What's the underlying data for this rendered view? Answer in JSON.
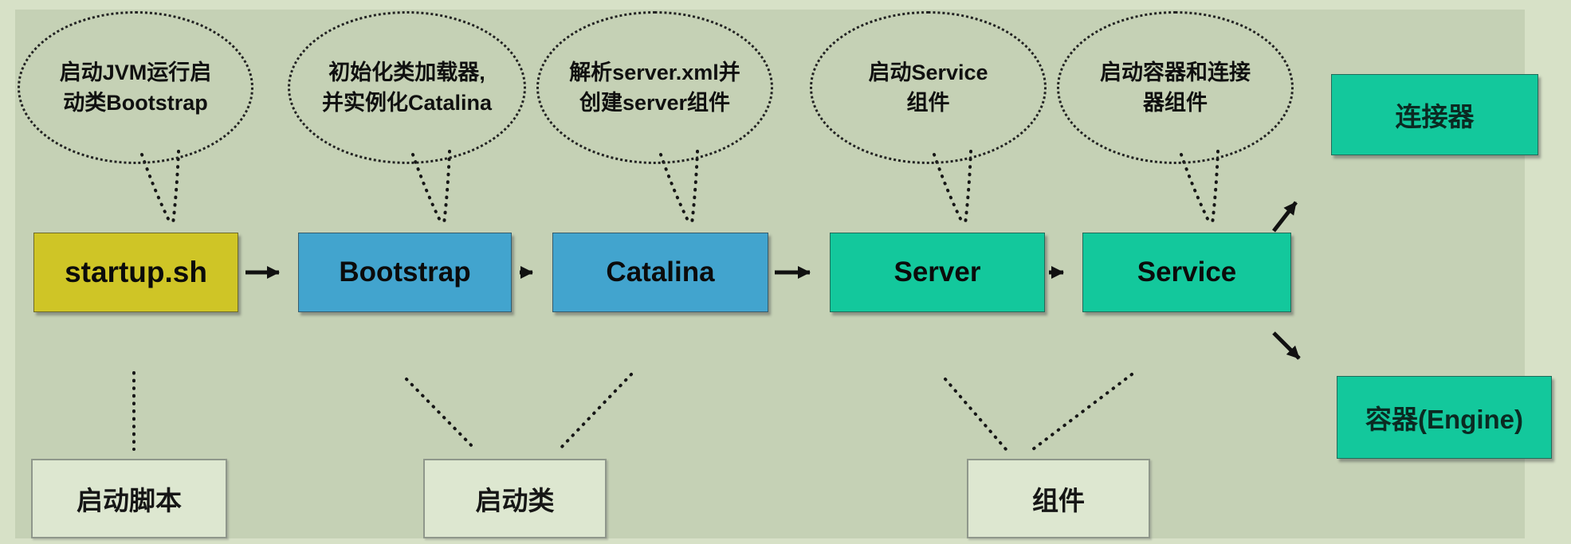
{
  "colors": {
    "canvas_bg": "#c5d1b5",
    "surround_bg": "#d7e1c7",
    "yellow": "#cfc526",
    "blue": "#42a4ce",
    "teal": "#13c89c",
    "label_box_bg": "#dde7d0"
  },
  "bubbles": [
    {
      "line1": "启动JVM运行启",
      "line2": "动类Bootstrap"
    },
    {
      "line1": "初始化类加载器,",
      "line2": "并实例化Catalina"
    },
    {
      "line1": "解析server.xml并",
      "line2": "创建server组件"
    },
    {
      "line1": "启动Service",
      "line2": "组件"
    },
    {
      "line1": "启动容器和连接",
      "line2": "器组件"
    }
  ],
  "flow_boxes": [
    {
      "label": "startup.sh"
    },
    {
      "label": "Bootstrap"
    },
    {
      "label": "Catalina"
    },
    {
      "label": "Server"
    },
    {
      "label": "Service"
    }
  ],
  "right_boxes": [
    {
      "label": "连接器"
    },
    {
      "label": "容器(Engine)"
    }
  ],
  "bottom_labels": [
    {
      "label": "启动脚本"
    },
    {
      "label": "启动类"
    },
    {
      "label": "组件"
    }
  ]
}
